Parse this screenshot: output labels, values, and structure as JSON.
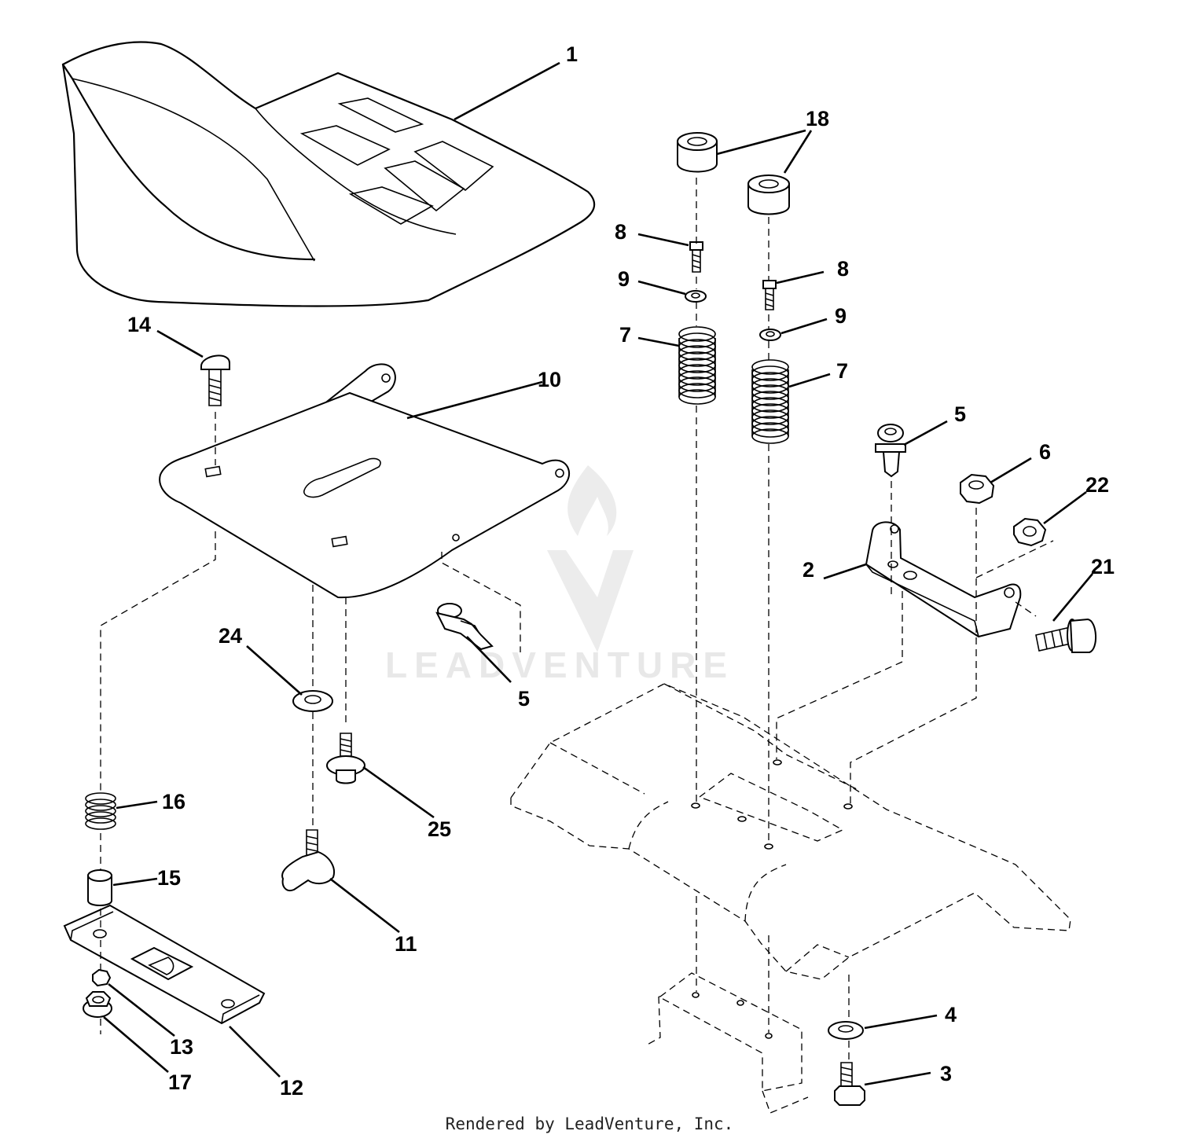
{
  "watermark": {
    "text": "LEADVENTURE",
    "color": "#e8e8e8"
  },
  "footer": {
    "text": "Rendered by LeadVenture, Inc."
  },
  "callouts": [
    "1",
    "2",
    "3",
    "4",
    "5",
    "5",
    "6",
    "7",
    "7",
    "8",
    "8",
    "9",
    "9",
    "10",
    "11",
    "12",
    "13",
    "14",
    "15",
    "16",
    "17",
    "18",
    "21",
    "22",
    "24",
    "25"
  ]
}
